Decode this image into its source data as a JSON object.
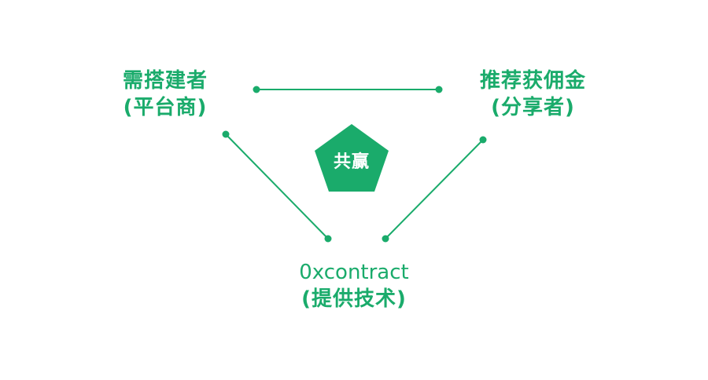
{
  "diagram": {
    "colors": {
      "accent": "#1aab6b",
      "background": "#ffffff",
      "center_text": "#ffffff"
    },
    "nodes": {
      "left": {
        "line1": "需搭建者",
        "line2": "(平台商)"
      },
      "right": {
        "line1": "推荐获佣金",
        "line2": "(分享者)"
      },
      "bottom": {
        "line1": "0xcontract",
        "line2": "(提供技术)"
      }
    },
    "center": {
      "label": "共赢",
      "shape": "pentagon"
    }
  }
}
